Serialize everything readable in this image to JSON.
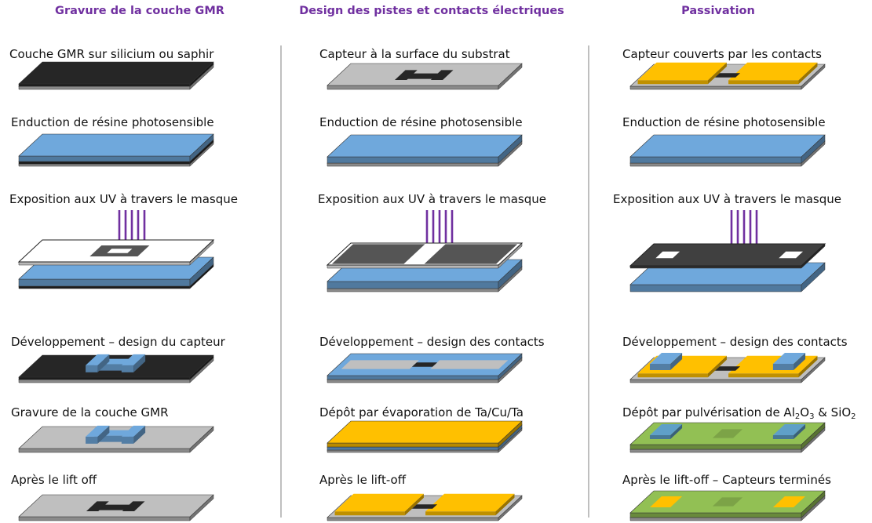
{
  "columns": [
    {
      "title": "Gravure de la couche GMR",
      "steps": [
        {
          "label": "Couche GMR sur silicium ou saphir",
          "illustration": "black-gmr-layer-on-substrate"
        },
        {
          "label": "Enduction de résine photosensible",
          "illustration": "blue-resist-over-black-layer"
        },
        {
          "label": "Exposition aux UV à travers le masque",
          "illustration": "uv-arrows-mask-sensor-shape"
        },
        {
          "label": "Développement – design du capteur",
          "illustration": "blue-resist-sensor-on-black"
        },
        {
          "label": "Gravure de la couche GMR",
          "illustration": "blue-resist-sensor-on-grey"
        },
        {
          "label": "Après le lift off",
          "illustration": "black-sensor-on-grey"
        }
      ]
    },
    {
      "title": "Design des pistes et contacts électriques",
      "steps": [
        {
          "label": "Capteur à la surface du substrat",
          "illustration": "black-sensor-on-grey"
        },
        {
          "label": "Enduction de résine photosensible",
          "illustration": "blue-resist-over-grey"
        },
        {
          "label": "Exposition aux UV à travers le masque",
          "illustration": "uv-arrows-mask-contact-pads"
        },
        {
          "label": "Développement – design des contacts",
          "illustration": "blue-resist-with-contact-openings"
        },
        {
          "label": "Dépôt par évaporation de Ta/Cu/Ta",
          "illustration": "yellow-metal-layer"
        },
        {
          "label": "Après le lift-off",
          "illustration": "yellow-contacts-on-grey"
        }
      ]
    },
    {
      "title": "Passivation",
      "steps": [
        {
          "label": "Capteur couverts par les contacts",
          "illustration": "yellow-contacts-on-grey"
        },
        {
          "label": "Enduction de résine photosensible",
          "illustration": "blue-resist-over-grey"
        },
        {
          "label": "Exposition aux UV à travers le masque",
          "illustration": "uv-arrows-dark-mask-windows"
        },
        {
          "label": "Développement – design des contacts",
          "illustration": "blue-resist-pads-on-contacts"
        },
        {
          "label_parts": [
            "Dépôt par pulvérisation de Al",
            "2",
            "O",
            "3",
            " & SiO",
            "2"
          ],
          "illustration": "green-passivation-layer"
        },
        {
          "label": "Après le lift-off – Capteurs terminés",
          "illustration": "green-passivation-yellow-pads"
        }
      ]
    }
  ],
  "colors": {
    "title": "#7030a0",
    "uv_arrow": "#7030a0",
    "gmr_black": "#262626",
    "substrate_grey": "#bfbfbf",
    "resist_blue": "#6fa8dc",
    "metal_yellow": "#ffc000",
    "passivation_green": "#92c054",
    "mask_dark": "#404040",
    "divider": "#7f7f7f"
  }
}
